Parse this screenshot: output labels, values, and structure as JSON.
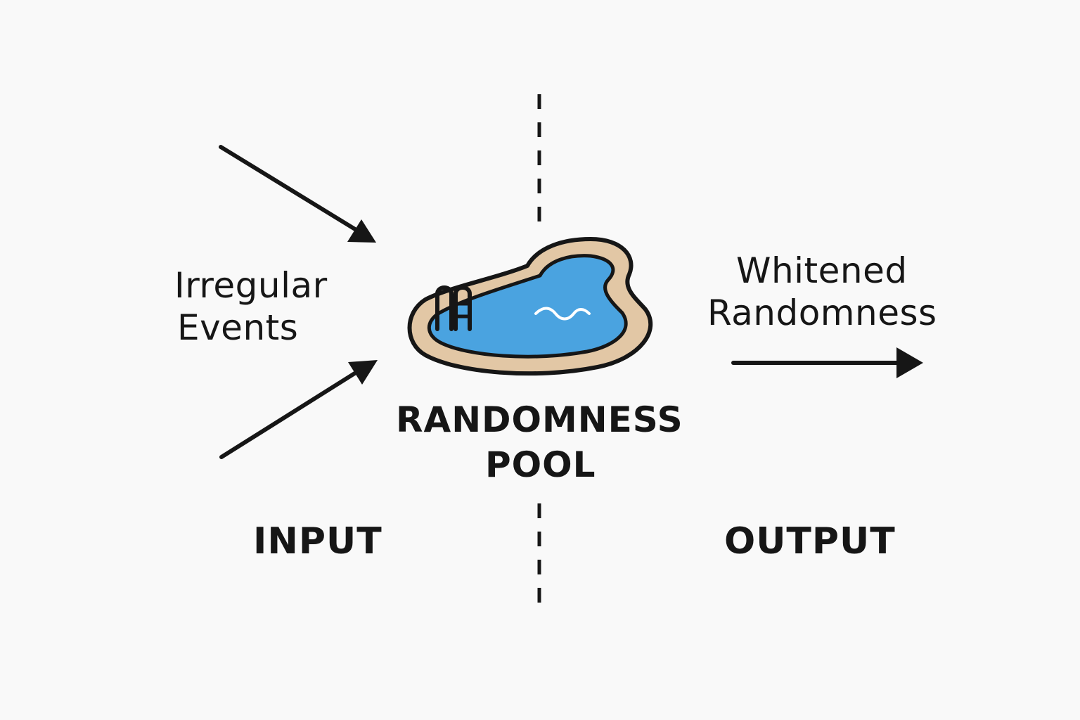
{
  "input": {
    "events_line1": "Irregular",
    "events_line2": "Events",
    "heading": "INPUT"
  },
  "output": {
    "result_line1": "Whitened",
    "result_line2": "Randomness",
    "heading": "OUTPUT"
  },
  "pool": {
    "title_line1": "RANDOMNESS",
    "title_line2": "POOL",
    "icon": "swimming-pool-icon"
  },
  "colors": {
    "ink": "#161616",
    "water": "#4aa3e0",
    "pool_rim": "#e2c7a5",
    "background": "#f9f9f9",
    "wave": "#ffffff"
  }
}
